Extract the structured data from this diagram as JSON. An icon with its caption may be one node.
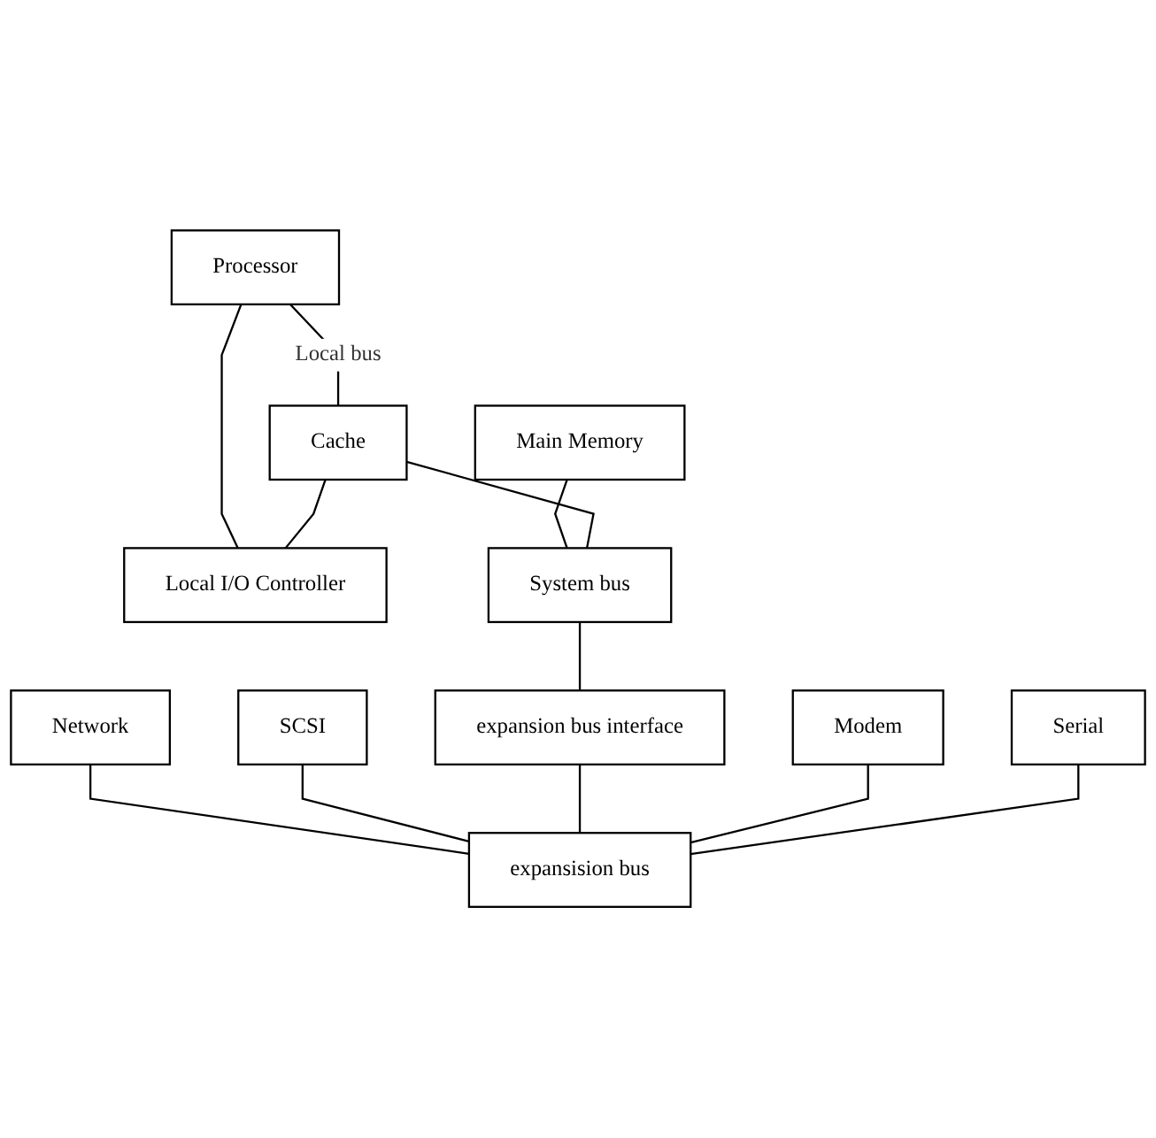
{
  "diagram": {
    "nodes": [
      {
        "text": [
          "Processor"
        ]
      },
      {
        "text": [
          "Cache"
        ]
      },
      {
        "text": [
          "Main Memory"
        ]
      },
      {
        "text": [
          "Local I/O Controller"
        ]
      },
      {
        "text": [
          "System bus"
        ]
      },
      {
        "text": [
          "Network"
        ]
      },
      {
        "text": [
          "SCSI"
        ]
      },
      {
        "text": [
          "expansion bus interface"
        ]
      },
      {
        "text": [
          "Modem"
        ]
      },
      {
        "text": [
          "Serial"
        ]
      },
      {
        "text": [
          "expansision bus"
        ]
      }
    ],
    "edges": [
      {
        "from": 0,
        "to": 1,
        "arrow": "none",
        "label": "Local bus"
      },
      {
        "from": 0,
        "to": 3,
        "arrow": "none"
      },
      {
        "from": 1,
        "to": 3,
        "arrow": "none"
      },
      {
        "from": 2,
        "to": 4,
        "arrow": "none"
      },
      {
        "from": 1,
        "to": 4,
        "arrow": "none"
      },
      {
        "from": 4,
        "to": 7,
        "arrow": "none"
      },
      {
        "from": 5,
        "to": 10,
        "arrow": "none"
      },
      {
        "from": 6,
        "to": 10,
        "arrow": "none"
      },
      {
        "from": 7,
        "to": 10,
        "arrow": "none"
      },
      {
        "from": 8,
        "to": 10,
        "arrow": "none"
      },
      {
        "from": 9,
        "to": 10,
        "arrow": "none"
      }
    ]
  }
}
